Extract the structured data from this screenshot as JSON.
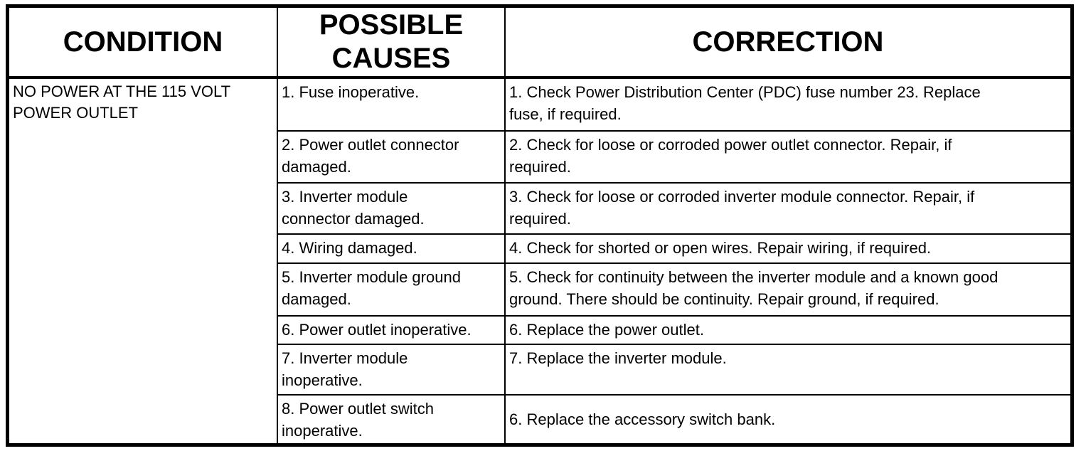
{
  "table": {
    "headers": {
      "condition": "CONDITION",
      "causes": "POSSIBLE CAUSES",
      "correction": "CORRECTION"
    },
    "condition": "NO POWER AT THE 115 VOLT\nPOWER OUTLET",
    "rows": [
      {
        "cause": "1. Fuse inoperative.",
        "correction": "1. Check Power Distribution Center (PDC) fuse number 23. Replace\nfuse, if required."
      },
      {
        "cause": "2. Power outlet connector\ndamaged.",
        "correction": "2. Check for loose or corroded power outlet connector. Repair, if\nrequired."
      },
      {
        "cause": "3. Inverter module\nconnector damaged.",
        "correction": "3. Check for loose or corroded inverter module connector. Repair, if\nrequired."
      },
      {
        "cause": "4. Wiring damaged.",
        "correction": "4. Check for shorted or open wires. Repair wiring, if required."
      },
      {
        "cause": "5. Inverter module ground\ndamaged.",
        "correction": "5. Check for continuity between the inverter module and a known good\nground. There should be continuity. Repair ground, if required."
      },
      {
        "cause": "6. Power outlet inoperative.",
        "correction": "6. Replace the power outlet."
      },
      {
        "cause": "7. Inverter module\ninoperative.",
        "correction": "7. Replace the inverter module."
      },
      {
        "cause": "8. Power outlet switch\ninoperative.",
        "correction": "6. Replace the accessory switch bank."
      }
    ]
  }
}
